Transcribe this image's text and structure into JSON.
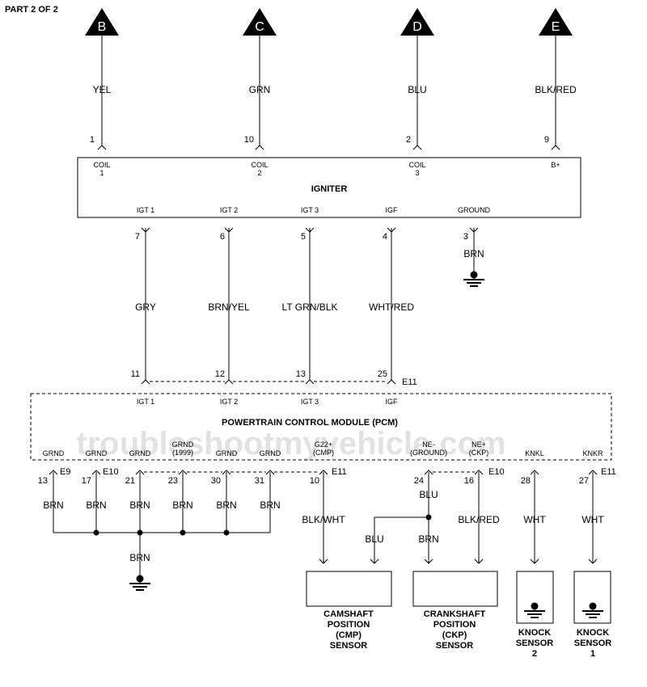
{
  "header": {
    "part_label": "PART 2 OF 2"
  },
  "watermark": "troubleshootmyvehicle.com",
  "connectors": {
    "b": {
      "letter": "B",
      "color": "YEL",
      "pin": "1"
    },
    "c": {
      "letter": "C",
      "color": "GRN",
      "pin": "10"
    },
    "d": {
      "letter": "D",
      "color": "BLU",
      "pin": "2"
    },
    "e": {
      "letter": "E",
      "color": "BLK/RED",
      "pin": "9"
    }
  },
  "igniter": {
    "title": "IGNITER",
    "coil1": [
      "COIL",
      "1"
    ],
    "coil2": [
      "COIL",
      "2"
    ],
    "coil3": [
      "COIL",
      "3"
    ],
    "bplus": "B+",
    "bottom": {
      "igt1": {
        "label": "IGT 1",
        "pin": "7",
        "wire": "GRY"
      },
      "igt2": {
        "label": "IGT 2",
        "pin": "6",
        "wire": "BRN/YEL"
      },
      "igt3": {
        "label": "IGT 3",
        "pin": "5",
        "wire": "LT GRN/BLK"
      },
      "igf": {
        "label": "IGF",
        "pin": "4",
        "wire": "WHT/RED"
      },
      "ground": {
        "label": "GROUND",
        "pin": "3",
        "wire": "BRN"
      }
    }
  },
  "pcm": {
    "title": "POWERTRAIN CONTROL MODULE (PCM)",
    "top_connector": "E11",
    "top": {
      "igt1": {
        "pin": "11",
        "label": "IGT 1"
      },
      "igt2": {
        "pin": "12",
        "label": "IGT 2"
      },
      "igt3": {
        "pin": "13",
        "label": "IGT 3"
      },
      "igf": {
        "pin": "25",
        "label": "IGF"
      }
    },
    "bottom_labels": {
      "g1": "GRND",
      "g2": "GRND",
      "g3": "GRND",
      "g4": [
        "GRND",
        "(1999)"
      ],
      "g5": "GRND",
      "g6": "GRND",
      "g22": [
        "G22+",
        "(CMP)"
      ],
      "neminus": [
        "NE-",
        "(GROUND)"
      ],
      "neplus": [
        "NE+",
        "(CKP)"
      ],
      "knkl": "KNKL",
      "knkr": "KNKR"
    },
    "connector_labels": {
      "e9": "E9",
      "e10a": "E10",
      "e11a": "E11",
      "e10b": "E10",
      "e11b": "E11"
    },
    "pins": {
      "p13": "13",
      "p17": "17",
      "p21": "21",
      "p23": "23",
      "p30": "30",
      "p31": "31",
      "p10": "10",
      "p24": "24",
      "p16": "16",
      "p28": "28",
      "p27": "27"
    }
  },
  "wires": {
    "w13": "BRN",
    "w17": "BRN",
    "w21": "BRN",
    "w23": "BRN",
    "w30": "BRN",
    "w31": "BRN",
    "ground_bus": "BRN",
    "w10": "BLK/WHT",
    "w24": "BLU",
    "w16": "BLK/RED",
    "w28": "WHT",
    "w27": "WHT",
    "cmp_ground": "BLU",
    "ckp_ground": "BRN"
  },
  "sensors": {
    "cmp": [
      "CAMSHAFT",
      "POSITION",
      "(CMP)",
      "SENSOR"
    ],
    "ckp": [
      "CRANKSHAFT",
      "POSITION",
      "(CKP)",
      "SENSOR"
    ],
    "knock2": [
      "KNOCK",
      "SENSOR",
      "2"
    ],
    "knock1": [
      "KNOCK",
      "SENSOR",
      "1"
    ]
  }
}
